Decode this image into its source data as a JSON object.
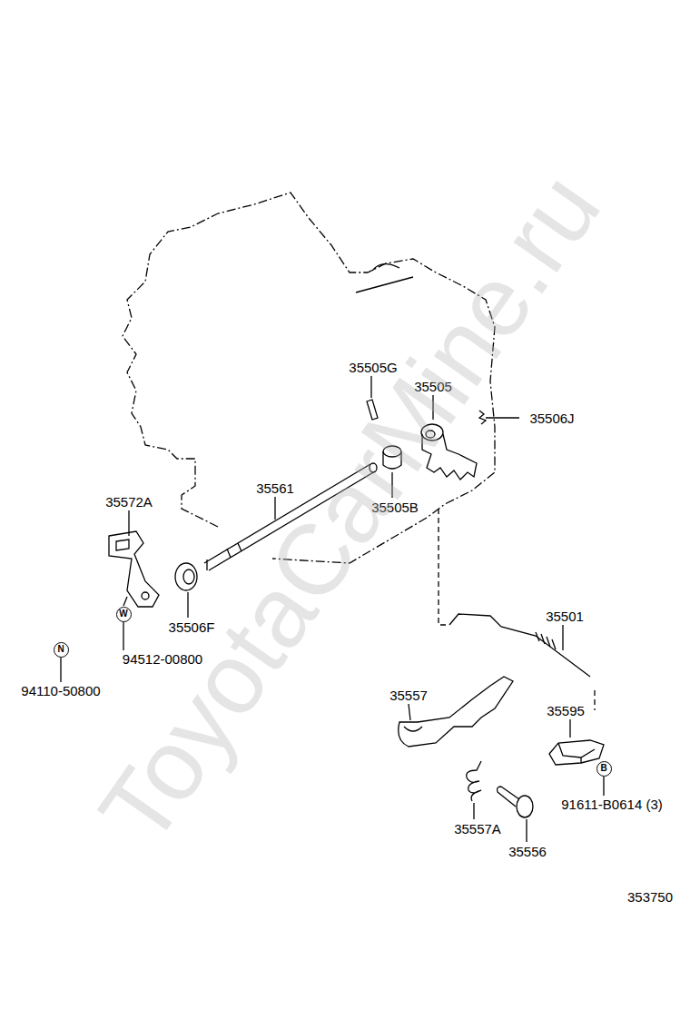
{
  "diagram": {
    "nodes": [
      {
        "text": [
          "N"
        ]
      },
      {
        "text": [
          "W"
        ]
      },
      {
        "text": [
          "B"
        ]
      }
    ],
    "labels": [
      "35505G",
      "35505",
      "35506J",
      "35572A",
      "35561",
      "35505B",
      "35506F",
      "94512-00800",
      "94110-50800",
      "35501",
      "35557",
      "35595",
      "91611-B0614 (3)",
      "35557A",
      "35556",
      "353750",
      "ToyotaCarMine.ru"
    ]
  }
}
